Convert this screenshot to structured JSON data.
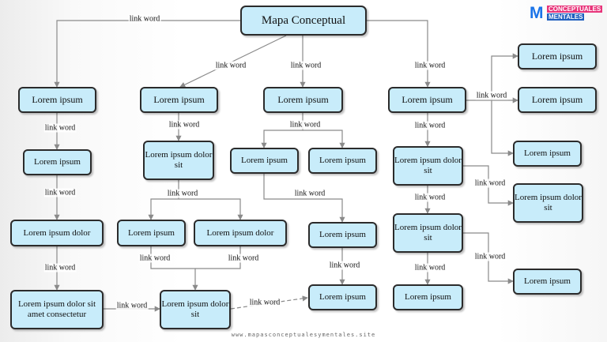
{
  "nodes": {
    "root": "Mapa Conceptual",
    "c1": "Lorem ipsum",
    "c2": "Lorem ipsum",
    "c3": "Lorem ipsum",
    "c4": "Lorem ipsum",
    "c1a": "Lorem ipsum",
    "c1b": "Lorem ipsum dolor",
    "c1c": "Lorem ipsum dolor sit amet consectetur",
    "c2a": "Lorem ipsum dolor sit",
    "c2b": "Lorem ipsum",
    "c2c": "Lorem ipsum dolor",
    "c2d": "Lorem ipsum dolor sit",
    "c3a": "Lorem ipsum",
    "c3b": "Lorem ipsum",
    "c3c": "Lorem ipsum",
    "c3d": "Lorem ipsum",
    "c4a": "Lorem ipsum dolor sit",
    "c4b": "Lorem ipsum dolor sit",
    "c4c": "Lorem ipsum",
    "c4r1": "Lorem ipsum",
    "c4r2": "Lorem ipsum",
    "c4r3": "Lorem ipsum",
    "c4s1": "Lorem ipsum dolor sit",
    "c4s2": "Lorem ipsum"
  },
  "link_word": "link word",
  "logo": {
    "line1": "CONCEPTUALES",
    "line2": "MENTALES",
    "mark": "M"
  },
  "footer": "www.mapasconceptualesymentales.site",
  "colors": {
    "node_fill": "#c8ecfa",
    "node_border": "#2b2b2b",
    "edge": "#8a8a8a"
  }
}
